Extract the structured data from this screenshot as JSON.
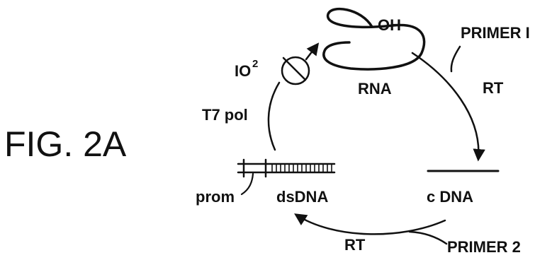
{
  "figure": {
    "label": "FIG. 2A"
  },
  "labels": {
    "oh": "OH",
    "rna": "RNA",
    "primer1": "PRIMER I",
    "rt_right": "RT",
    "cdna": "c DNA",
    "primer2": "PRIMER 2",
    "rt_bottom": "RT",
    "dsdna": "dsDNA",
    "prom": "prom",
    "t7pol": "T7 pol",
    "amp_base": "IO",
    "amp_exp": "2"
  },
  "colors": {
    "ink": "#111111",
    "background": "#ffffff"
  }
}
